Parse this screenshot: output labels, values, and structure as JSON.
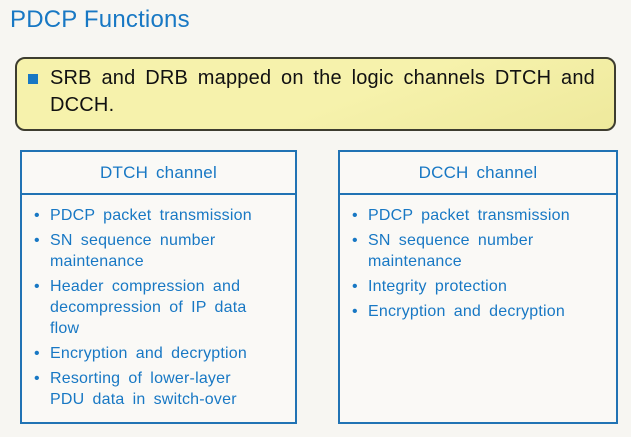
{
  "title": "PDCP Functions",
  "colors": {
    "page_bg": "#f7f6f2",
    "accent_blue": "#1878c4",
    "panel_border": "#2173b4",
    "panel_bg": "#faf9f6",
    "callout_bg": "#f6f2ac",
    "callout_bg_dark": "#eee99c",
    "callout_border": "#3e3d30"
  },
  "callout": {
    "bullet_icon": "blue-square",
    "text": "SRB and DRB mapped on the logic channels DTCH and DCCH."
  },
  "panels": [
    {
      "header": "DTCH channel",
      "items": [
        "PDCP packet transmission",
        "SN sequence number maintenance",
        "Header compression and decompression of IP data flow",
        "Encryption and decryption",
        "Resorting of lower-layer PDU data in switch-over"
      ]
    },
    {
      "header": "DCCH channel",
      "items": [
        "PDCP packet transmission",
        "SN sequence number maintenance",
        "Integrity protection",
        "Encryption and decryption"
      ]
    }
  ],
  "bullet_glyph": "•"
}
